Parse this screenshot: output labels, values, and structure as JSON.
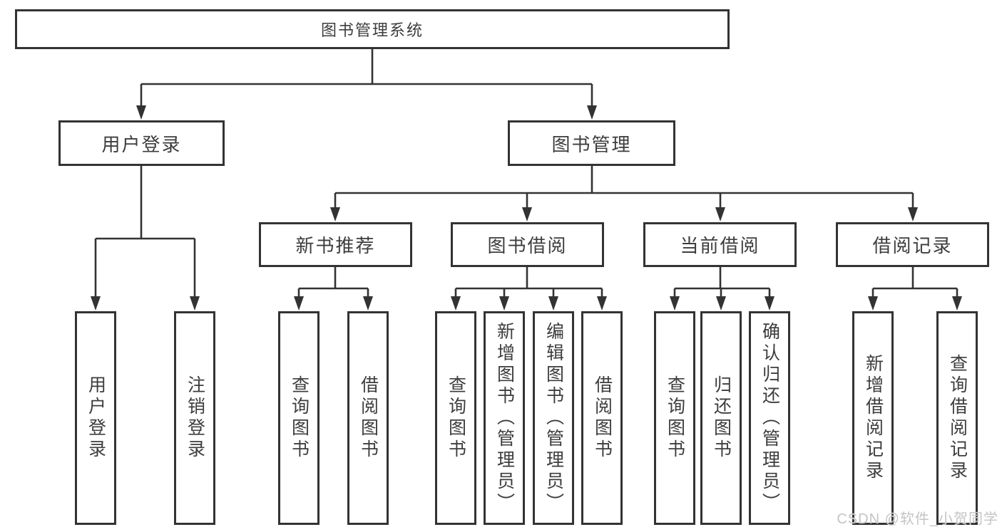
{
  "colors": {
    "line": "#333333",
    "box_border": "#333333",
    "text": "#3d3d3d",
    "background": "#ffffff",
    "watermark": "#c4c4c4"
  },
  "tree": {
    "root": {
      "label": "图书管理系统"
    },
    "user_login": {
      "label": "用户登录",
      "children": [
        {
          "label": "用户登录"
        },
        {
          "label": "注销登录"
        }
      ]
    },
    "book_management": {
      "label": "图书管理",
      "children": [
        {
          "label": "新书推荐",
          "children": [
            {
              "label": "查询图书"
            },
            {
              "label": "借阅图书"
            }
          ]
        },
        {
          "label": "图书借阅",
          "children": [
            {
              "label": "查询图书"
            },
            {
              "label": "新增图书（管理员）"
            },
            {
              "label": "编辑图书（管理员）"
            },
            {
              "label": "借阅图书"
            }
          ]
        },
        {
          "label": "当前借阅",
          "children": [
            {
              "label": "查询图书"
            },
            {
              "label": "归还图书"
            },
            {
              "label": "确认归还（管理员）"
            }
          ]
        },
        {
          "label": "借阅记录",
          "children": [
            {
              "label": "新增借阅记录"
            },
            {
              "label": "查询借阅记录"
            }
          ]
        }
      ]
    }
  },
  "watermark": {
    "text": "CSDN @软件_小贺同学"
  }
}
